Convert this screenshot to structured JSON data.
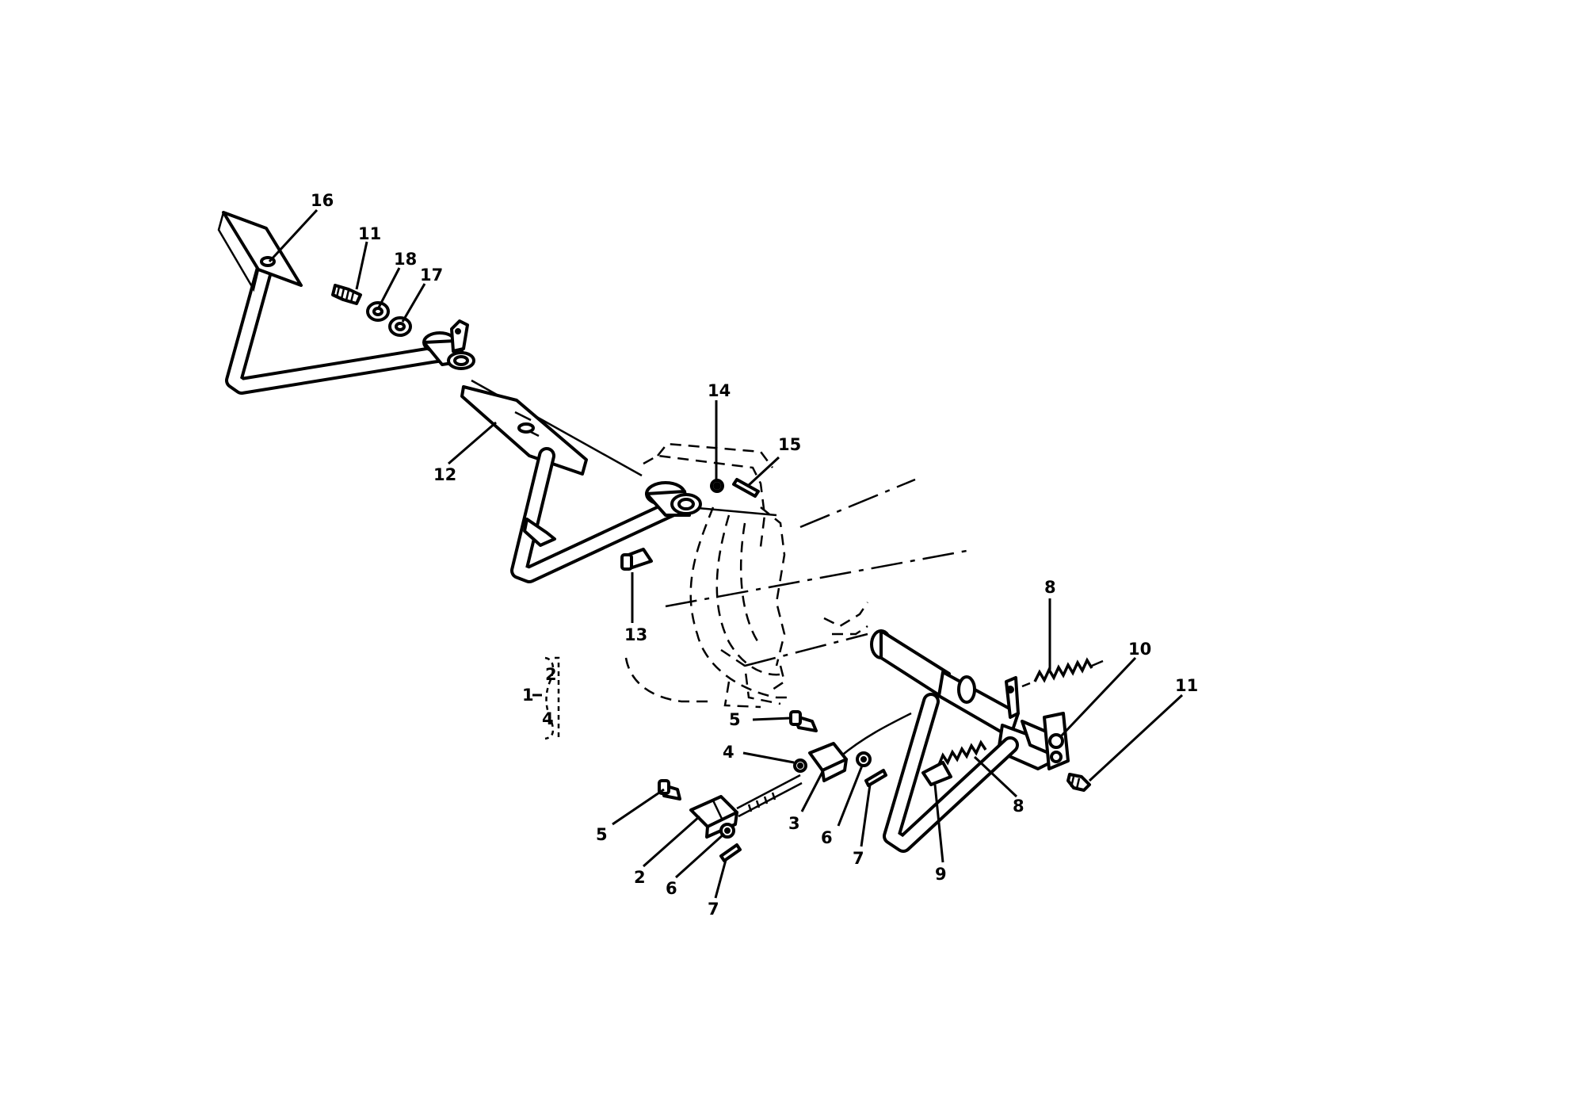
{
  "callouts": [
    {
      "id": "c16",
      "text": "16"
    },
    {
      "id": "c11a",
      "text": "11"
    },
    {
      "id": "c18",
      "text": "18"
    },
    {
      "id": "c17",
      "text": "17"
    },
    {
      "id": "c14",
      "text": "14"
    },
    {
      "id": "c15",
      "text": "15"
    },
    {
      "id": "c12",
      "text": "12"
    },
    {
      "id": "c13",
      "text": "13"
    },
    {
      "id": "c8a",
      "text": "8"
    },
    {
      "id": "c10",
      "text": "10"
    },
    {
      "id": "c11b",
      "text": "11"
    },
    {
      "id": "c5a",
      "text": "5"
    },
    {
      "id": "c4",
      "text": "4"
    },
    {
      "id": "c3",
      "text": "3"
    },
    {
      "id": "c6a",
      "text": "6"
    },
    {
      "id": "c7a",
      "text": "7"
    },
    {
      "id": "c8b",
      "text": "8"
    },
    {
      "id": "c9",
      "text": "9"
    },
    {
      "id": "c5b",
      "text": "5"
    },
    {
      "id": "c2",
      "text": "2"
    },
    {
      "id": "c6b",
      "text": "6"
    },
    {
      "id": "c7b",
      "text": "7"
    }
  ],
  "assembly_key": {
    "parent": "1",
    "children": [
      "2",
      "4"
    ]
  }
}
